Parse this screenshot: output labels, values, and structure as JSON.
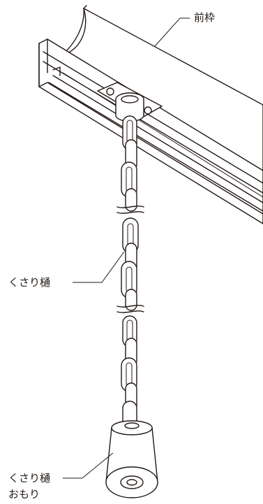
{
  "labels": {
    "front_frame": "前枠",
    "chain_gutter": "くさり樋",
    "weight_line1": "くさり樋",
    "weight_line2": "おもり"
  },
  "colors": {
    "line": "#231815",
    "background": "#ffffff"
  }
}
